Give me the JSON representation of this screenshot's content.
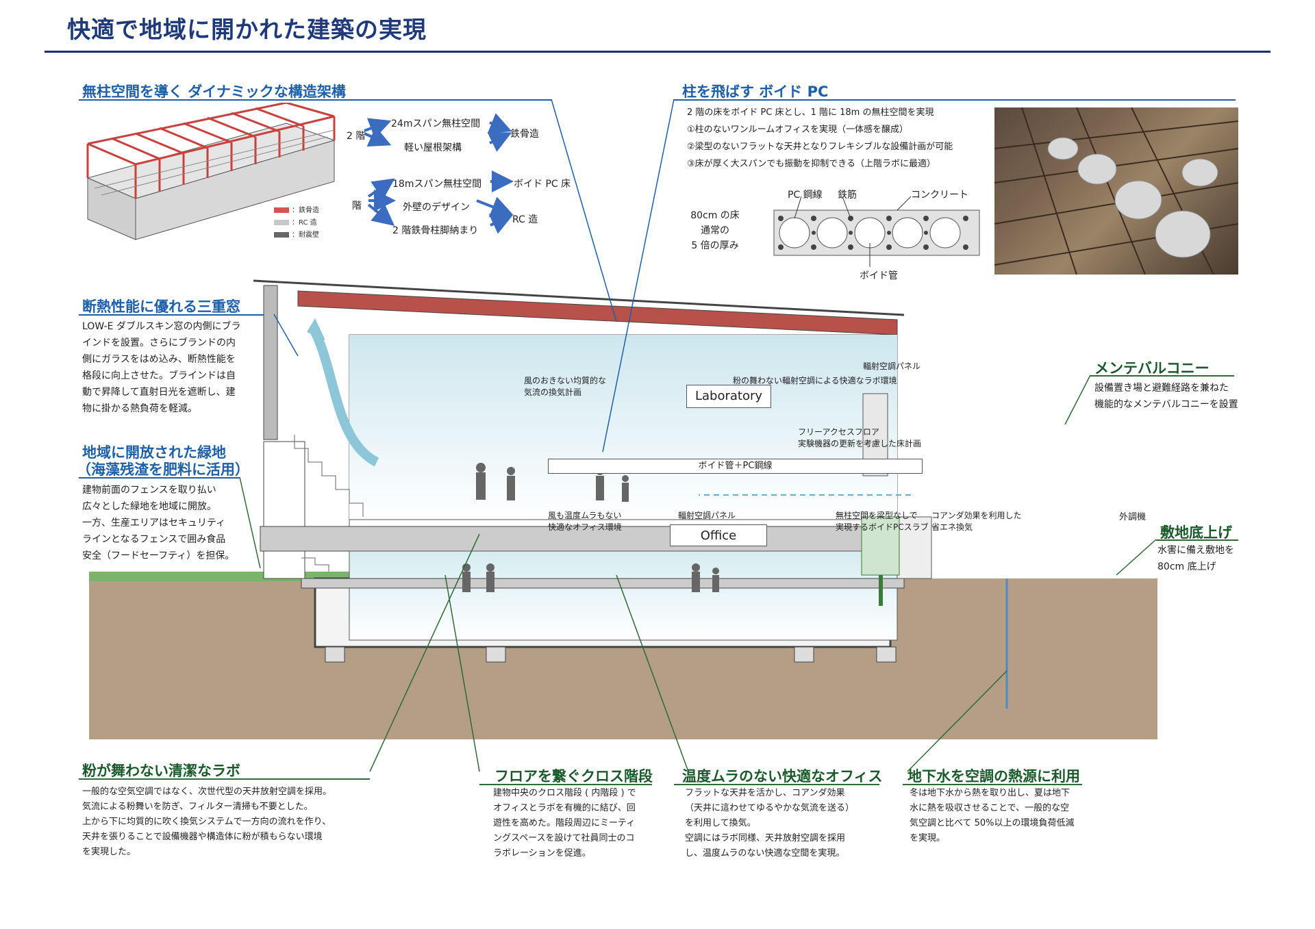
{
  "page_title": "快適で地域に開かれた建築の実現",
  "structure": {
    "heading": "無柱空間を導く ダイナミックな構造架構",
    "legend": [
      "：鉄骨造",
      "：RC 造",
      "：耐震壁"
    ],
    "colors": {
      "steel": "#d9534f",
      "rc": "#c8c8c8",
      "wall": "#666666"
    },
    "floor2_label": "2 階",
    "floor2_items": [
      "24mスパン無柱空間",
      "軽い屋根架構"
    ],
    "floor2_result": "鉄骨造",
    "floor1_label": "階",
    "floor1_items": [
      "18mスパン無柱空間",
      "外壁のデザイン",
      "2 階鉄骨柱脚納まり"
    ],
    "floor1_result1": "ボイド PC 床",
    "floor1_result2": "RC 造"
  },
  "voidpc": {
    "heading": "柱を飛ばす ボイド PC",
    "lines": [
      "2 階の床をボイド PC 床とし、1 階に 18m の無柱空間を実現",
      "①柱のないワンルームオフィスを実現（一体感を醸成）",
      "②梁型のないフラットな天井となりフレキシブルな設備計画が可能",
      "③床が厚く大スパンでも振動を抑制できる（上階ラボに最適）"
    ],
    "thickness": "80cm の床\n通常の\n5 倍の厚み",
    "label_pc": "PC 鋼線",
    "label_rebar": "鉄筋",
    "label_concrete": "コンクリート",
    "label_void": "ボイド管"
  },
  "window": {
    "heading": "断熱性能に優れる三重窓",
    "text": "LOW-E ダブルスキン窓の内側にブラ\nインドを設置。さらにブランドの内\n側にガラスをはめ込み、断熱性能を\n格段に向上させた。ブラインドは自\n動で昇降して直射日光を遮断し、建\n物に掛かる熱負荷を軽減。"
  },
  "green": {
    "heading1": "地域に開放された緑地",
    "heading2": "（海藻残渣を肥料に活用）",
    "text": "建物前面のフェンスを取り払い\n広々とした緑地を地域に開放。\n一方、生産エリアはセキュリティ\nラインとなるフェンスで囲み食品\n安全（フードセーフティ）を担保。"
  },
  "maintenance": {
    "heading": "メンテバルコニー",
    "text": "設備置き場と避難経路を兼ねた\n機能的なメンテバルコニーを設置"
  },
  "raise": {
    "heading": "敷地底上げ",
    "text": "水害に備え敷地を\n80cm 底上げ"
  },
  "section": {
    "laboratory": "Laboratory",
    "office": "Office",
    "void_label": "ボイド管＋PC鋼線",
    "outdoor_unit": "外調機",
    "ann_lab_air": "風のおきない均質的な\n気流の換気計画",
    "ann_lab_radiant": "粉の舞わない輻射空調による快適なラボ環境",
    "ann_lab_panel": "輻射空調パネル",
    "ann_floor": "フリーアクセスフロア\n実験機器の更新を考慮した床計画",
    "ann_off_air": "風も温度ムラもない\n快適なオフィス環境",
    "ann_off_panel": "輻射空調パネル",
    "ann_off_slab": "無柱空間を梁型なしで\n実現するボイドPCスラブ",
    "ann_off_coanda": "コアンダ効果を利用した\n省エネ換気"
  },
  "bottom": [
    {
      "heading": "粉が舞わない清潔なラボ",
      "text": "一般的な空気空調ではなく、次世代型の天井放射空調を採用。\n気流による粉舞いを防ぎ、フィルター清掃も不要とした。\n上から下に均質的に吹く換気システムで一方向の流れを作り、\n天井を張りることで設備機器や構造体に粉が積もらない環境\nを実現した。"
    },
    {
      "heading": "フロアを繋ぐクロス階段",
      "text": "建物中央のクロス階段 ( 内階段 ) で\nオフィスとラボを有機的に結び、回\n遊性を高めた。階段周辺にミーティ\nングスペースを設けて社員同士のコ\nラボレーションを促進。"
    },
    {
      "heading": "温度ムラのない快適なオフィス",
      "text": "フラットな天井を活かし、コアンダ効果\n（天井に這わせてゆるやかな気流を送る）\nを利用して換気。\n空調にはラボ同様、天井放射空調を採用\nし、温度ムラのない快適な空間を実現。"
    },
    {
      "heading": "地下水を空調の熱源に利用",
      "text": "冬は地下水から熱を取り出し、夏は地下\n水に熱を吸収させることで、一般的な空\n気空調と比べて 50%以上の環境負荷低減\nを実現。"
    }
  ]
}
